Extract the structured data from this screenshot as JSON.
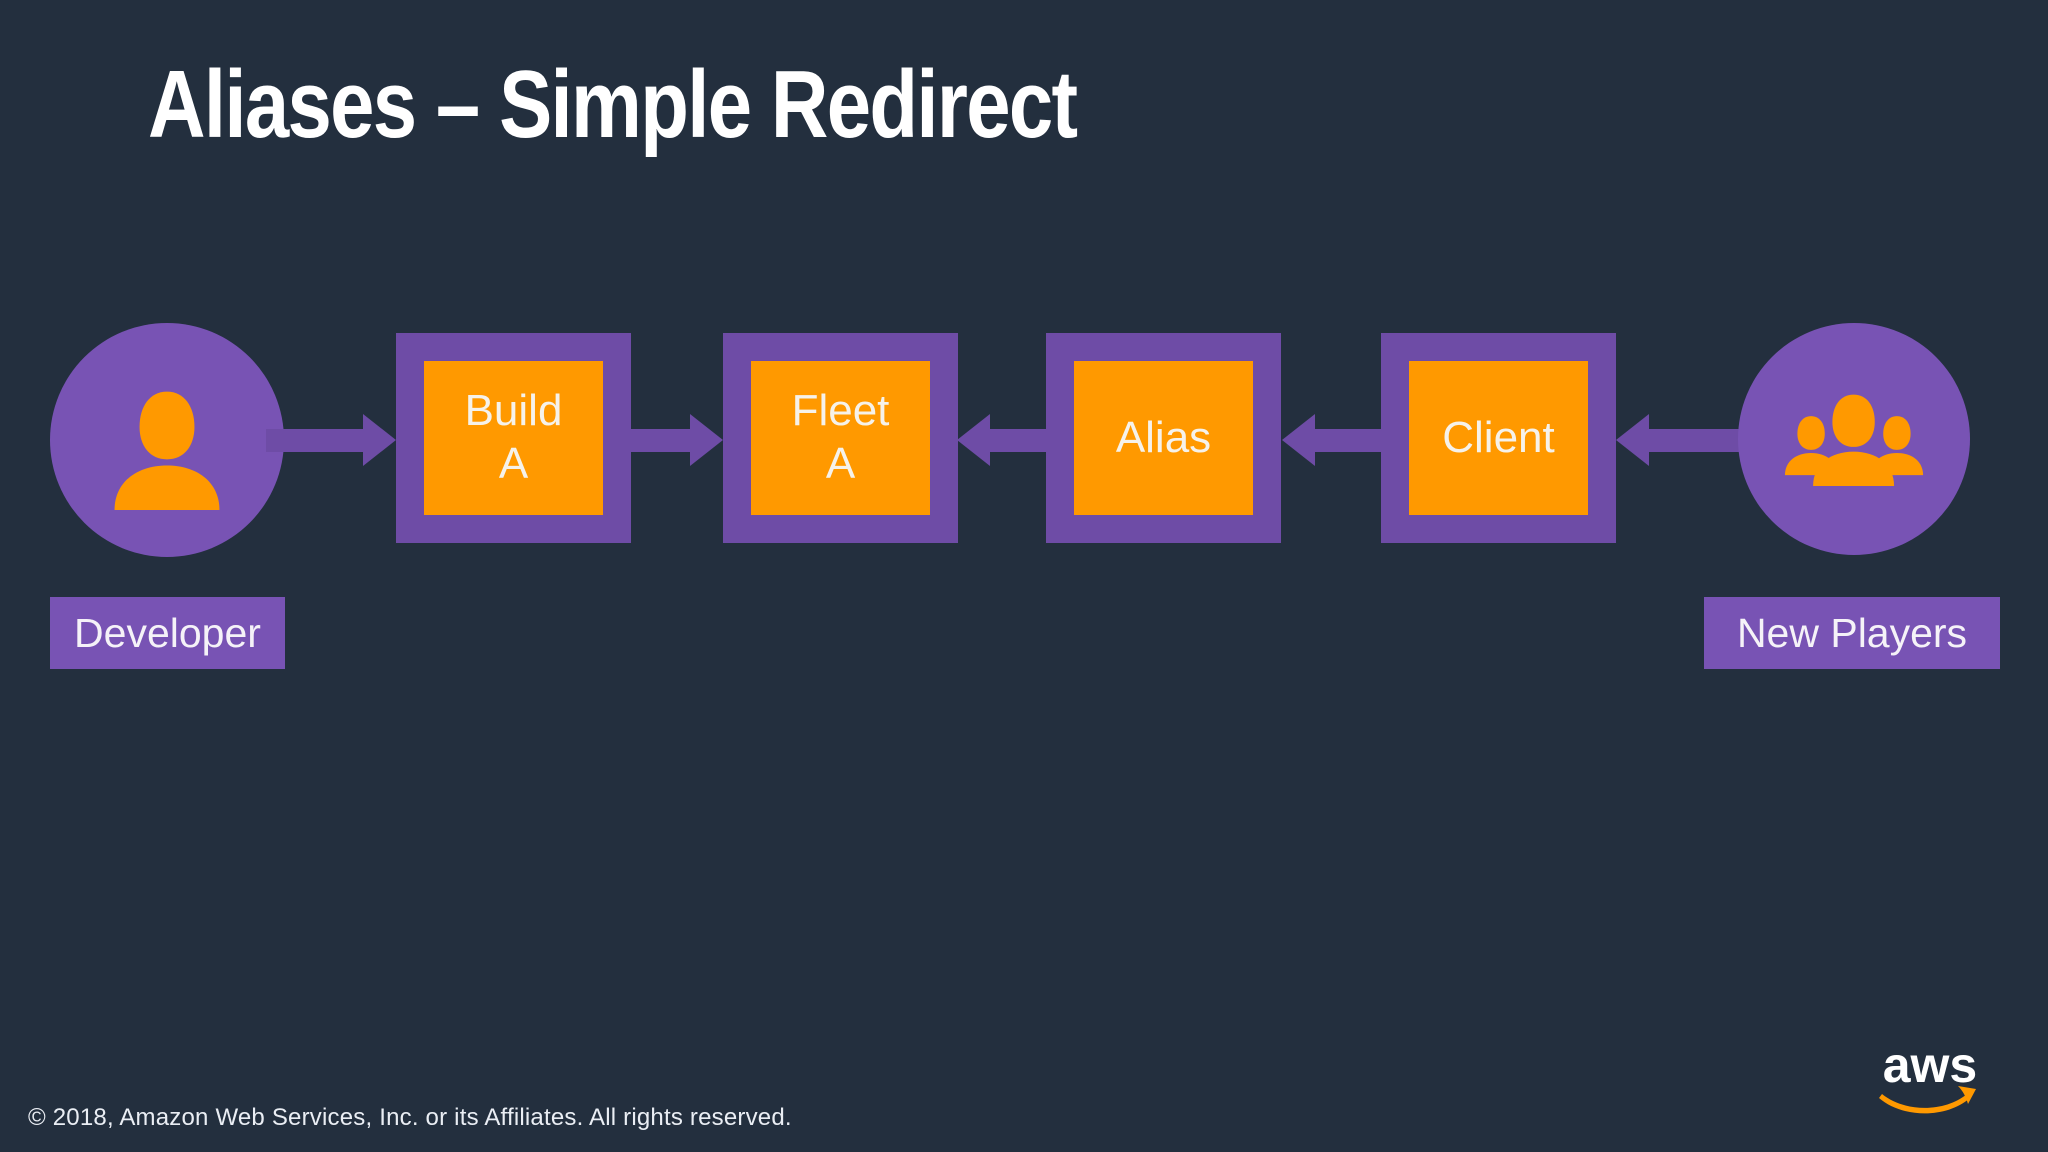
{
  "colors": {
    "background": "#232F3E",
    "purple": "#6E4CA6",
    "purple_bright": "#7853B4",
    "orange": "#FF9900",
    "text_light": "#F6F2EA"
  },
  "slide": {
    "title": "Aliases – Simple Redirect",
    "footer_copyright": "© 2018, Amazon Web Services, Inc. or its Affiliates. All rights reserved.",
    "aws_logo_text": "aws"
  },
  "diagram": {
    "actors": [
      {
        "id": "developer",
        "label": "Developer",
        "icon": "person-icon"
      },
      {
        "id": "new-players",
        "label": "New Players",
        "icon": "people-group-icon"
      }
    ],
    "nodes": [
      {
        "id": "build-a",
        "line1": "Build",
        "line2": "A"
      },
      {
        "id": "fleet-a",
        "line1": "Fleet",
        "line2": "A"
      },
      {
        "id": "alias",
        "line1": "Alias",
        "line2": ""
      },
      {
        "id": "client",
        "line1": "Client",
        "line2": ""
      }
    ],
    "arrows": [
      {
        "from": "developer",
        "to": "build-a",
        "direction": "right"
      },
      {
        "from": "build-a",
        "to": "fleet-a",
        "direction": "right"
      },
      {
        "from": "alias",
        "to": "fleet-a",
        "direction": "left"
      },
      {
        "from": "client",
        "to": "alias",
        "direction": "left"
      },
      {
        "from": "new-players",
        "to": "client",
        "direction": "left"
      }
    ]
  }
}
